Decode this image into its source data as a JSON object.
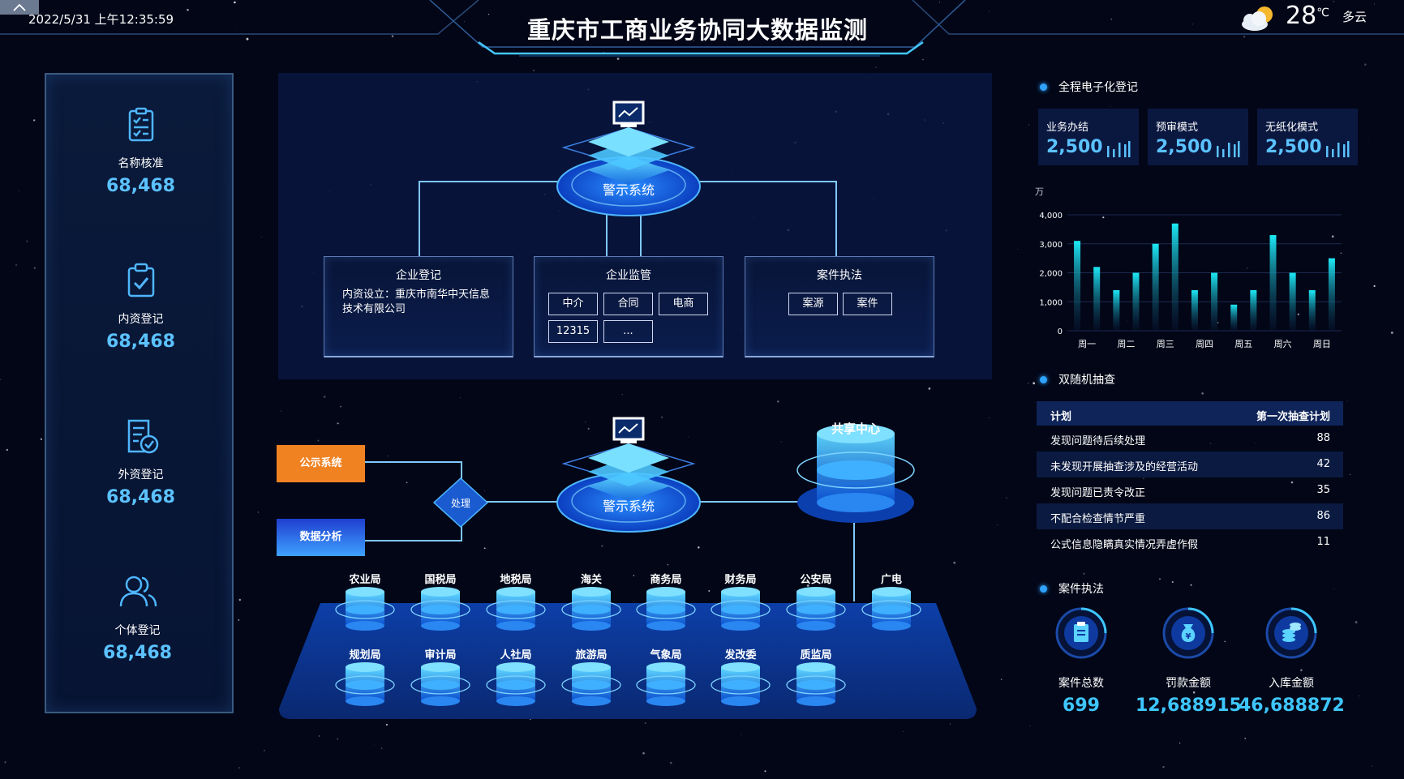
{
  "header": {
    "datetime": "2022/5/31 上午12:35:59",
    "title": "重庆市工商业务协同大数据监测",
    "weather_icon": "cloud-sun-icon",
    "temperature": "28",
    "temp_unit": "℃",
    "weather_desc": "多云"
  },
  "left_panel": {
    "items": [
      {
        "icon": "checklist-icon",
        "label": "名称核准",
        "value": "68,468"
      },
      {
        "icon": "clipboard-check-icon",
        "label": "内资登记",
        "value": "68,468"
      },
      {
        "icon": "document-check-icon",
        "label": "外资登记",
        "value": "68,468"
      },
      {
        "icon": "users-icon",
        "label": "个体登记",
        "value": "68,468"
      }
    ]
  },
  "center_top": {
    "system_label": "警示系统",
    "boxes": {
      "registration": {
        "title": "企业登记",
        "text": "内资设立：重庆市南华中天信息技术有限公司"
      },
      "supervision": {
        "title": "企业监管",
        "tags": [
          "中介",
          "合同",
          "电商",
          "12315",
          "..."
        ]
      },
      "enforcement": {
        "title": "案件执法",
        "tags": [
          "案源",
          "案件"
        ]
      }
    }
  },
  "center_bottom": {
    "publicity_button": "公示系统",
    "analysis_button": "数据分析",
    "process_label": "处理",
    "system_label": "警示系统",
    "share_center": "共享中心",
    "bureaus_row1": [
      "农业局",
      "国税局",
      "地税局",
      "海关",
      "商务局",
      "财务局",
      "公安局",
      "广电"
    ],
    "bureaus_row2": [
      "规划局",
      "审计局",
      "人社局",
      "旅游局",
      "气象局",
      "发改委",
      "质监局"
    ]
  },
  "right_panel": {
    "section1_title": "全程电子化登记",
    "kpis": [
      {
        "label": "业务办结",
        "value": "2,500"
      },
      {
        "label": "预审模式",
        "value": "2,500"
      },
      {
        "label": "无纸化模式",
        "value": "2,500"
      }
    ],
    "section2_title": "双随机抽查",
    "table": {
      "headers": [
        "计划",
        "第一次抽查计划"
      ],
      "rows": [
        [
          "发现问题待后续处理",
          "88"
        ],
        [
          "未发现开展抽查涉及的经营活动",
          "42"
        ],
        [
          "发现问题已责令改正",
          "35"
        ],
        [
          "不配合检查情节严重",
          "86"
        ],
        [
          "公式信息隐瞒真实情况弄虚作假",
          "11"
        ]
      ]
    },
    "section3_title": "案件执法",
    "cases": [
      {
        "icon": "clipboard-icon",
        "label": "案件总数",
        "value": "699"
      },
      {
        "icon": "money-bag-icon",
        "label": "罚款金额",
        "value": "12,688915"
      },
      {
        "icon": "coins-icon",
        "label": "入库金额",
        "value": "46,688872"
      }
    ]
  },
  "chart_data": {
    "type": "bar",
    "ylabel": "万",
    "ylim": [
      0,
      4000
    ],
    "yticks": [
      "0",
      "1,000",
      "2,000",
      "3,000",
      "4,000"
    ],
    "categories": [
      "周一",
      "周二",
      "周三",
      "周四",
      "周五",
      "周六",
      "周日"
    ],
    "x_positions": [
      0,
      0.5,
      1,
      1.5,
      2,
      2.5,
      3,
      3.5,
      4,
      4.5,
      5,
      5.5,
      6,
      6.5
    ],
    "values": [
      3100,
      2200,
      1400,
      2000,
      3000,
      3700,
      1400,
      2000,
      900,
      1400,
      3300,
      2000,
      1400,
      2500
    ],
    "colors": {
      "bar_top": "#1de9f6",
      "bar_bottom": "#0a1a3a"
    }
  }
}
